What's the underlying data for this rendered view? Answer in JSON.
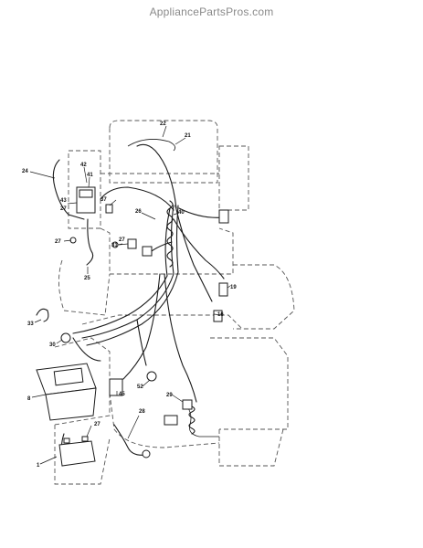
{
  "watermark": "AppliancePartsPros.com",
  "callouts": [
    {
      "id": "c22",
      "text": "22"
    },
    {
      "id": "c21",
      "text": "21"
    },
    {
      "id": "c24",
      "text": "24"
    },
    {
      "id": "c42",
      "text": "42"
    },
    {
      "id": "c41",
      "text": "41"
    },
    {
      "id": "c43",
      "text": "43"
    },
    {
      "id": "c27a",
      "text": "27"
    },
    {
      "id": "c37",
      "text": "37"
    },
    {
      "id": "c40",
      "text": "40"
    },
    {
      "id": "c26",
      "text": "26"
    },
    {
      "id": "c27b",
      "text": "27"
    },
    {
      "id": "c27c",
      "text": "27"
    },
    {
      "id": "c31",
      "text": "31"
    },
    {
      "id": "c25",
      "text": "25"
    },
    {
      "id": "c19",
      "text": "19"
    },
    {
      "id": "c33",
      "text": "33"
    },
    {
      "id": "c16",
      "text": "16"
    },
    {
      "id": "c30",
      "text": "30"
    },
    {
      "id": "c8",
      "text": "8"
    },
    {
      "id": "c45",
      "text": "45"
    },
    {
      "id": "c52",
      "text": "52"
    },
    {
      "id": "c29",
      "text": "29"
    },
    {
      "id": "c28",
      "text": "28"
    },
    {
      "id": "c27d",
      "text": "27"
    },
    {
      "id": "c1",
      "text": "1"
    }
  ]
}
